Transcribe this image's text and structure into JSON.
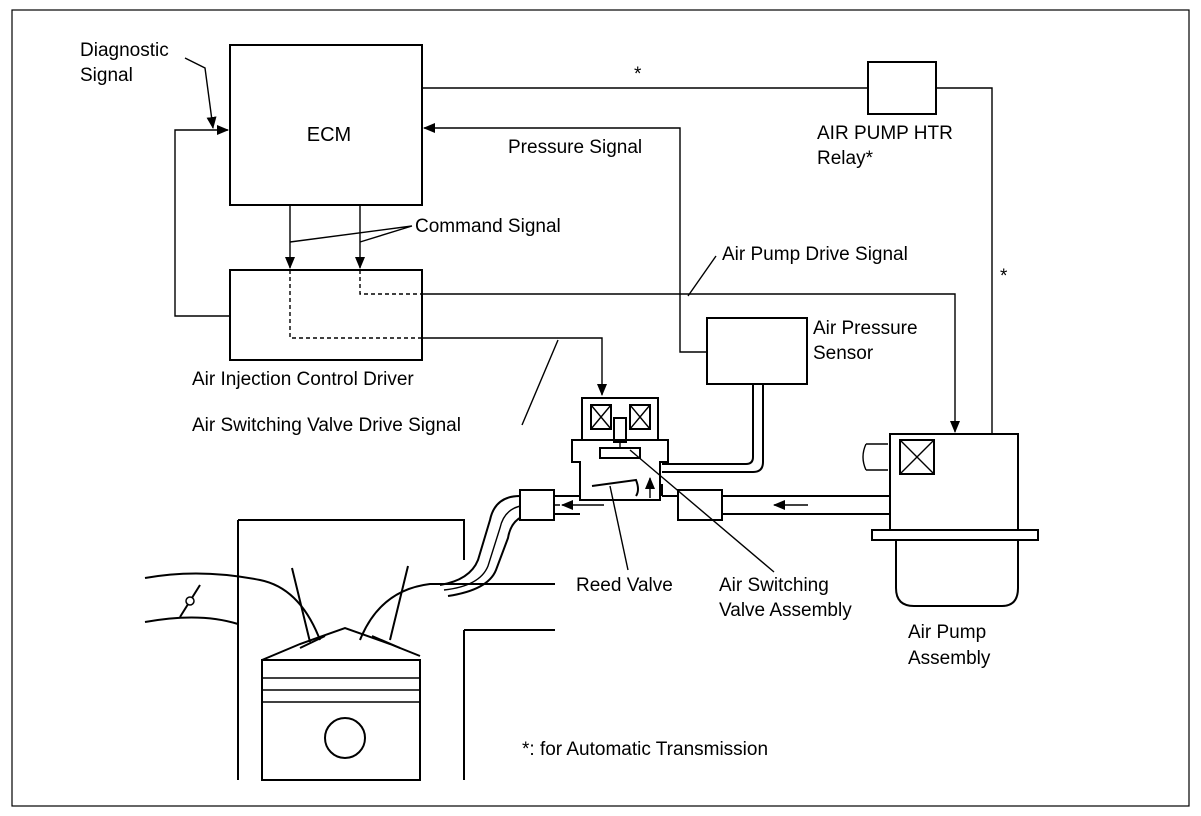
{
  "diagram": {
    "labels": {
      "diagnostic_line1": "Diagnostic",
      "diagnostic_line2": "Signal",
      "ecm": "ECM",
      "pressure_signal": "Pressure Signal",
      "relay_line1": "AIR PUMP HTR",
      "relay_line2": "Relay*",
      "command_signal": "Command Signal",
      "air_pump_drive_signal": "Air Pump Drive Signal",
      "air_pressure_line1": "Air Pressure",
      "air_pressure_line2": "Sensor",
      "driver": "Air Injection Control Driver",
      "switching_drive_signal": "Air Switching Valve Drive Signal",
      "reed_valve": "Reed Valve",
      "switching_valve_line1": "Air Switching",
      "switching_valve_line2": "Valve Assembly",
      "air_pump_line1": "Air Pump",
      "air_pump_line2": "Assembly",
      "footnote": "*: for Automatic Transmission",
      "asterisk": "*"
    }
  }
}
